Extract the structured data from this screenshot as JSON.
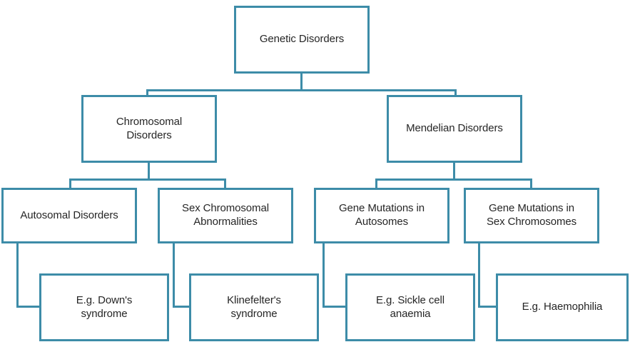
{
  "diagram": {
    "title": "Genetic Disorders",
    "type": "hierarchy-tree",
    "accent_color": "#3d8ca8",
    "box_fill": "#ffffff",
    "text_color": "#262626",
    "background": "#ffffff",
    "levels": 4,
    "nodes": {
      "root": "Genetic Disorders",
      "branch_left": "Chromosomal\nDisorders",
      "branch_right": "Mendelian Disorders",
      "cat_1": "Autosomal Disorders",
      "cat_2": "Sex Chromosomal\nAbnormalities",
      "cat_3": "Gene Mutations in\nAutosomes",
      "cat_4": "Gene Mutations in\nSex Chromosomes",
      "example_1": "E.g. Down's\nsyndrome",
      "example_2": "Klinefelter's\nsyndrome",
      "example_3": "E.g. Sickle cell\nanaemia",
      "example_4": "E.g. Haemophilia"
    }
  }
}
